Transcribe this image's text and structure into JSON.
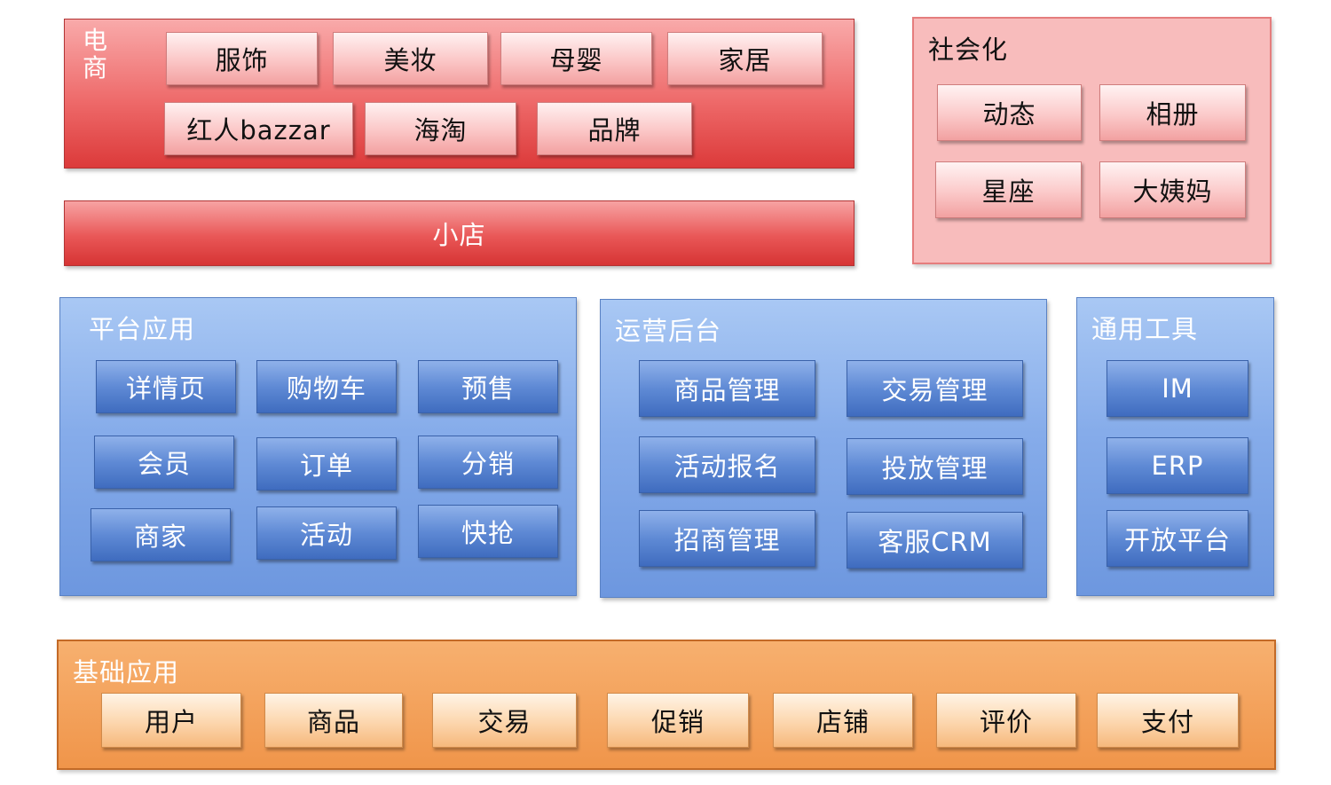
{
  "ecommerce": {
    "title_line1": "电",
    "title_line2": "商",
    "items": [
      "服饰",
      "美妆",
      "母婴",
      "家居",
      "红人bazzar",
      "海淘",
      "品牌"
    ]
  },
  "shop": {
    "label": "小店"
  },
  "social": {
    "title": "社会化",
    "items": [
      "动态",
      "相册",
      "星座",
      "大姨妈"
    ]
  },
  "platform_apps": {
    "title": "平台应用",
    "items": [
      "详情页",
      "购物车",
      "预售",
      "会员",
      "订单",
      "分销",
      "商家",
      "活动",
      "快抢"
    ]
  },
  "operations_backend": {
    "title": "运营后台",
    "items": [
      "商品管理",
      "交易管理",
      "活动报名",
      "投放管理",
      "招商管理",
      "客服CRM"
    ]
  },
  "common_tools": {
    "title": "通用工具",
    "items": [
      "IM",
      "ERP",
      "开放平台"
    ]
  },
  "basic_apps": {
    "title": "基础应用",
    "items": [
      "用户",
      "商品",
      "交易",
      "促销",
      "店铺",
      "评价",
      "支付"
    ]
  },
  "colors": {
    "ecommerce_red": "#e04848",
    "social_pink": "#f8bcbc",
    "platform_blue": "#86acea",
    "button_blue": "#4f7ccb",
    "basic_orange": "#f0954a"
  }
}
